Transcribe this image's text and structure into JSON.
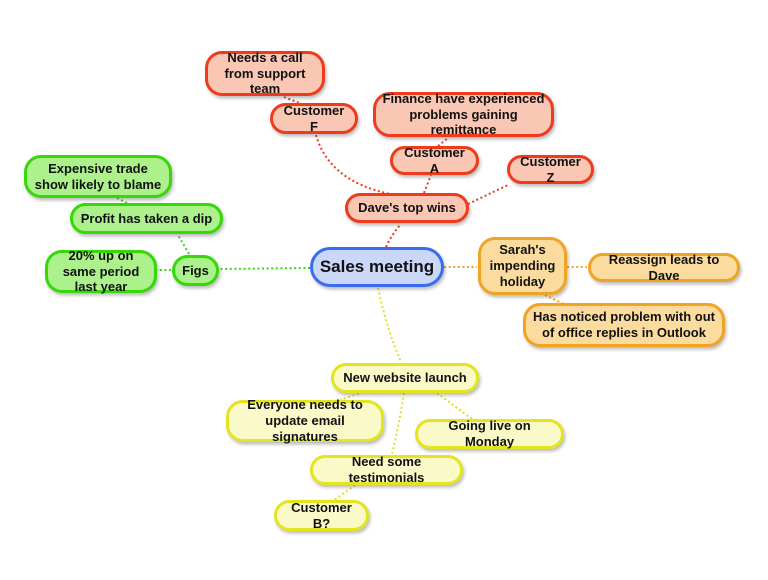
{
  "palette": {
    "background": "#FFFFFF",
    "root_fill": "#CBD7F7",
    "root_border": "#3A6CEF",
    "red_fill": "#F9C7B3",
    "red_border": "#EE3B1C",
    "green_fill": "#ACF18C",
    "green_border": "#36D80A",
    "orange_fill": "#FBDC9E",
    "orange_border": "#F0A424",
    "yellow_fill": "#FAFAC8",
    "yellow_border": "#E4E41F"
  },
  "mindmap": {
    "root": {
      "label": "Sales meeting",
      "color": "#3A6CEF"
    },
    "branches": [
      {
        "label": "Dave's top wins",
        "color": "#EE3B1C",
        "children": [
          {
            "label": "Customer F",
            "children": [
              {
                "label": "Needs a call from support team"
              }
            ]
          },
          {
            "label": "Customer A",
            "children": [
              {
                "label": "Finance have experienced problems gaining remittance"
              }
            ]
          },
          {
            "label": "Customer Z"
          }
        ]
      },
      {
        "label": "Figs",
        "color": "#36D80A",
        "children": [
          {
            "label": "Profit has taken a dip",
            "children": [
              {
                "label": "Expensive trade show likely to blame"
              }
            ]
          },
          {
            "label": "20% up on same period last year"
          }
        ]
      },
      {
        "label": "Sarah's impending holiday",
        "color": "#F0A424",
        "children": [
          {
            "label": "Reassign leads to Dave"
          },
          {
            "label": "Has noticed problem with out of office replies in Outlook"
          }
        ]
      },
      {
        "label": "New website launch",
        "color": "#E4E41F",
        "children": [
          {
            "label": "Everyone needs to update email signatures"
          },
          {
            "label": "Going live on Monday"
          },
          {
            "label": "Need some testimonials",
            "children": [
              {
                "label": "Customer B?"
              }
            ]
          }
        ]
      }
    ]
  }
}
